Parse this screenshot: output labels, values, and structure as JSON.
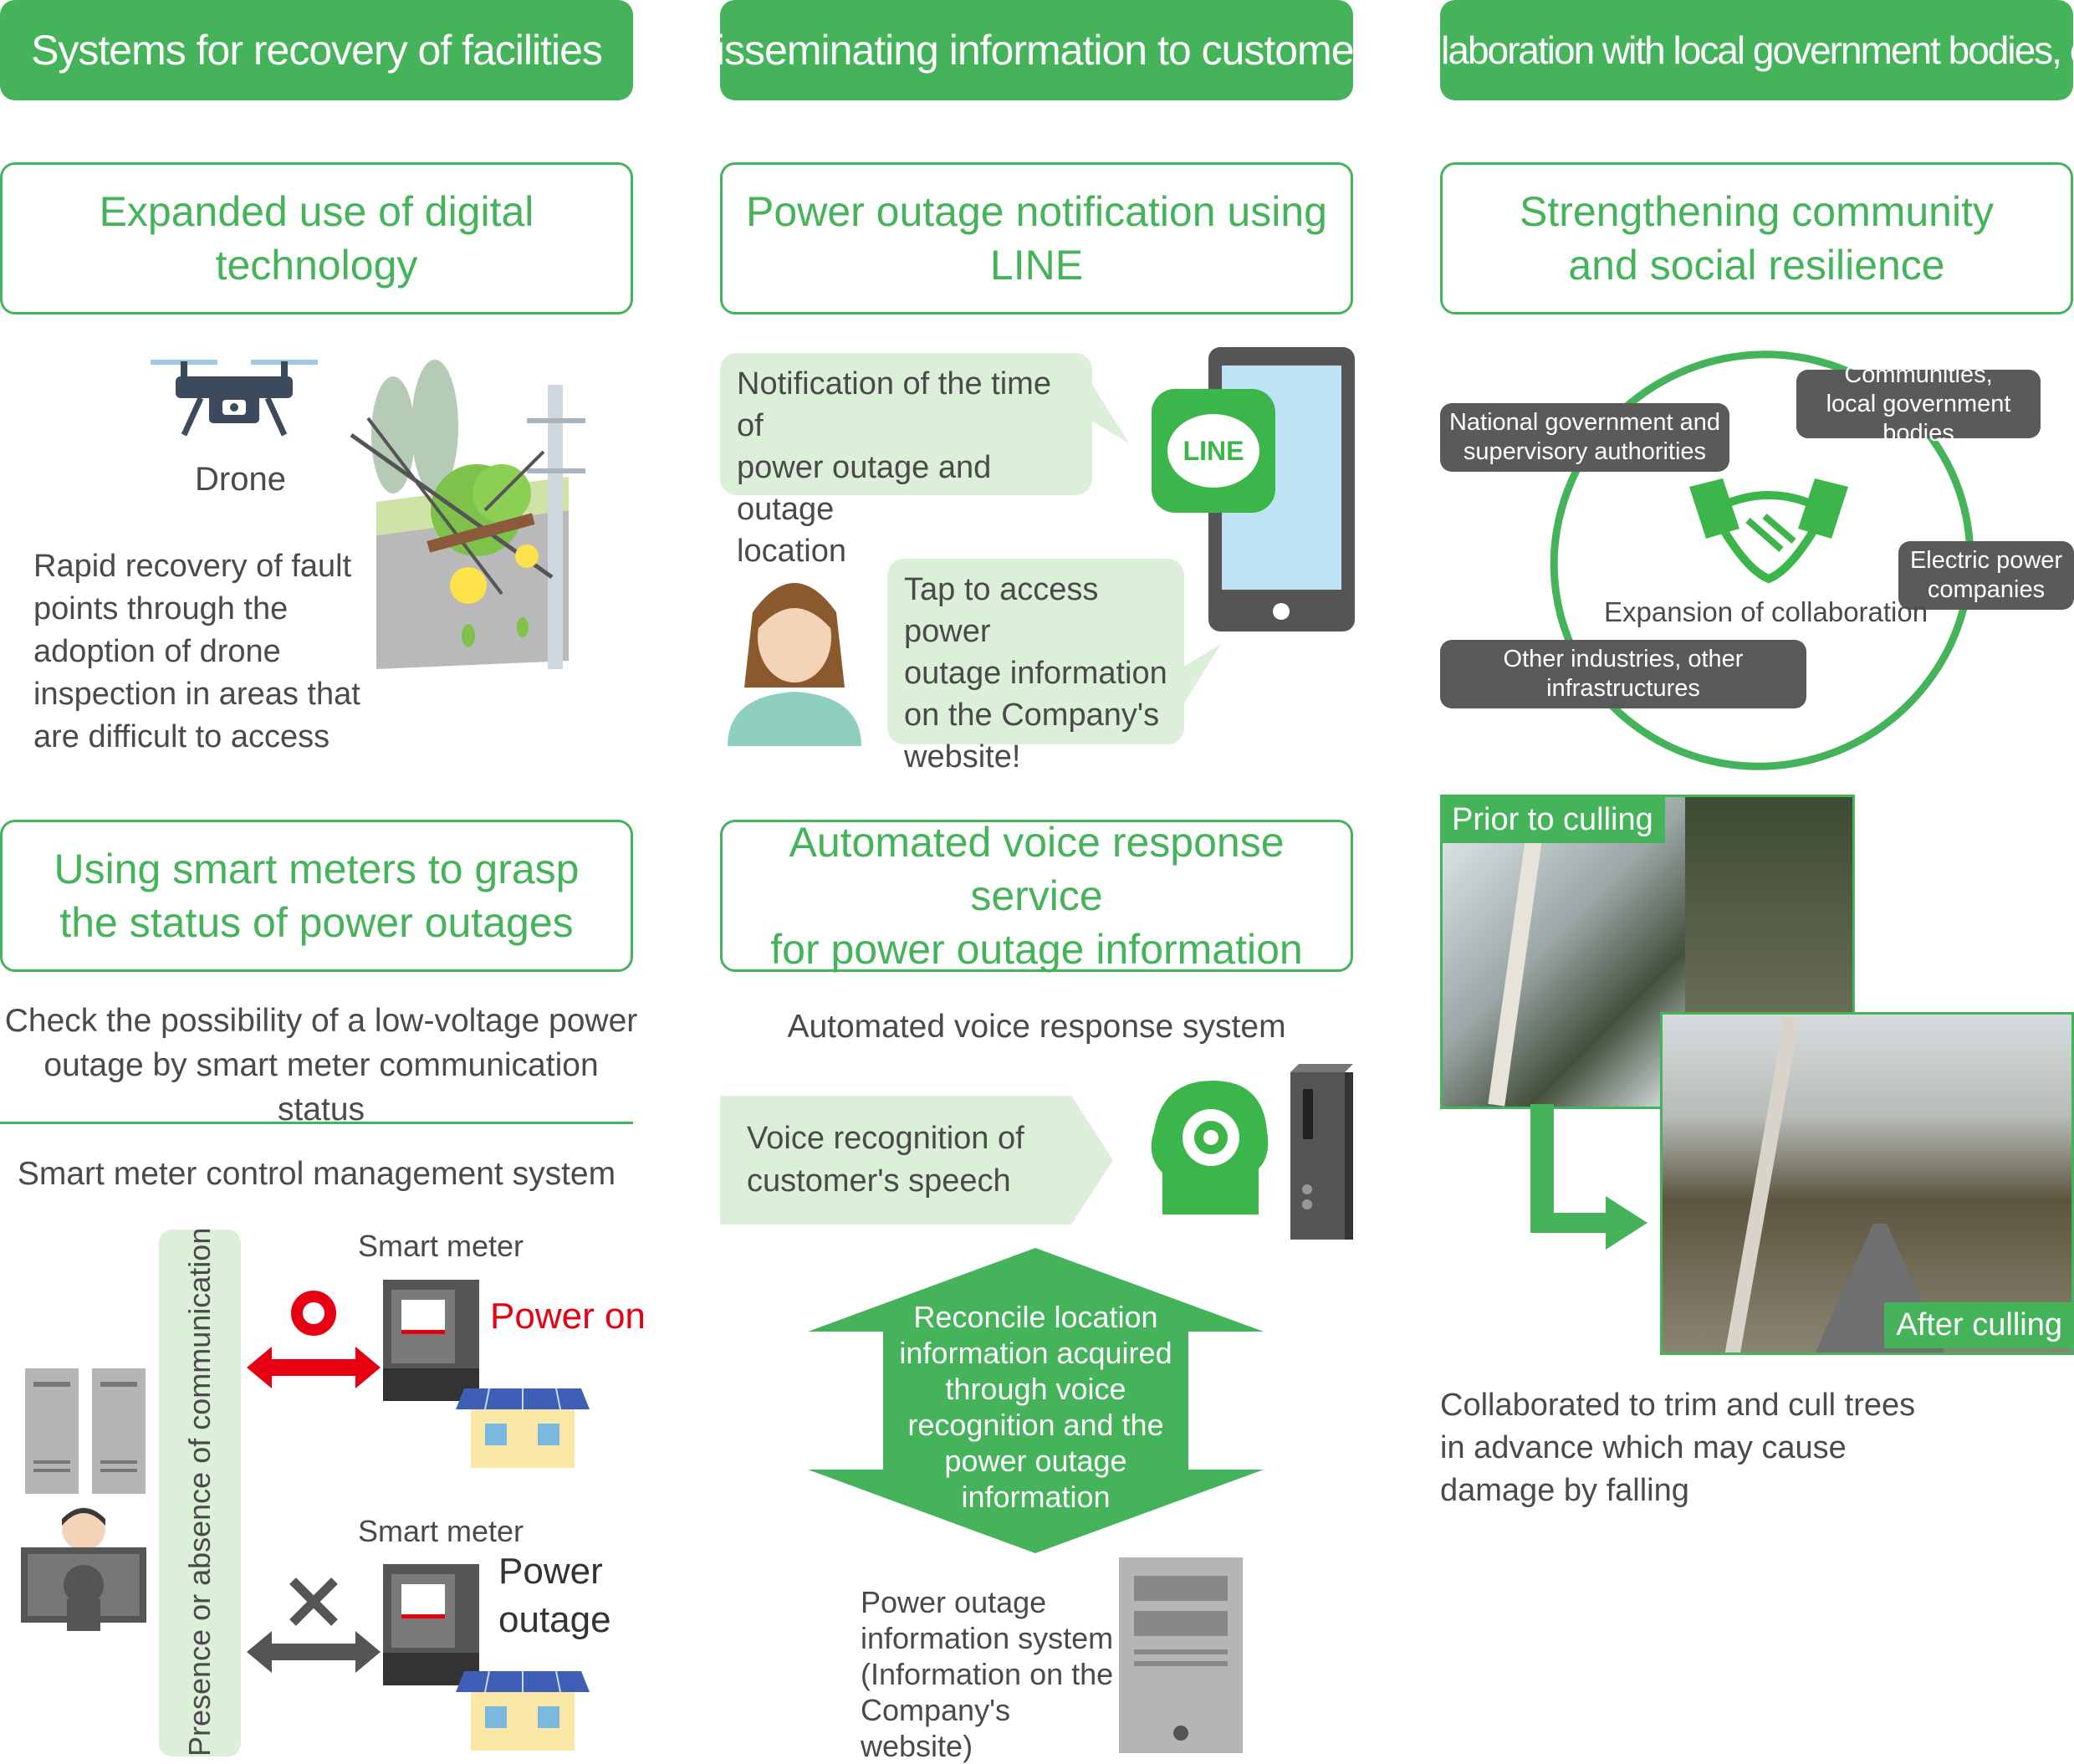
{
  "headers": {
    "col1": "Systems for recovery of facilities",
    "col2": "Disseminating information to customers",
    "col3": "Collaboration with local government bodies, etc."
  },
  "topics": {
    "digital": "Expanded use of digital technology",
    "line": "Power outage notification using LINE",
    "community": "Strengthening community\nand social resilience",
    "smart_meter": "Using smart meters to grasp\nthe status of power outages",
    "voice": "Automated voice response service\nfor power outage information"
  },
  "drone": {
    "label": "Drone",
    "description": "Rapid recovery of fault\npoints through the\nadoption of drone\ninspection in areas that\nare difficult to access"
  },
  "line_section": {
    "bubble1": "Notification of the time of\npower outage and outage\nlocation",
    "bubble2": "Tap to access power\noutage information\non the Company's\nwebsite!",
    "logo": "LINE"
  },
  "collaboration": {
    "national": "National government and\nsupervisory authorities",
    "communities": "Communities,\nlocal government bodies",
    "electric": "Electric power\ncompanies",
    "other": "Other industries, other infrastructures",
    "center": "Expansion of collaboration"
  },
  "culling": {
    "before_label": "Prior to culling",
    "after_label": "After culling",
    "description": "Collaborated to trim and cull trees\nin advance which may cause\ndamage by falling"
  },
  "smart_meter_section": {
    "check_text": "Check the possibility of a low-voltage power\noutage by smart meter communication status",
    "system_label": "Smart meter control management system",
    "vertical_label": "Presence or absence of communication",
    "meter1_label": "Smart meter",
    "meter2_label": "Smart meter",
    "power_on": "Power on",
    "power_outage": "Power\noutage"
  },
  "voice_section": {
    "system_label": "Automated voice response system",
    "recognition": "Voice recognition of\ncustomer's speech",
    "reconcile": "Reconcile location\ninformation acquired\nthrough voice\nrecognition and the\npower outage\ninformation",
    "info_system": "Power outage\ninformation system\n(Information on the\nCompany's website)"
  },
  "colors": {
    "accent_green": "#45b35a",
    "light_green": "#dcefd8",
    "pill_gray": "#5a5a5a",
    "power_on_red": "#e60012"
  }
}
